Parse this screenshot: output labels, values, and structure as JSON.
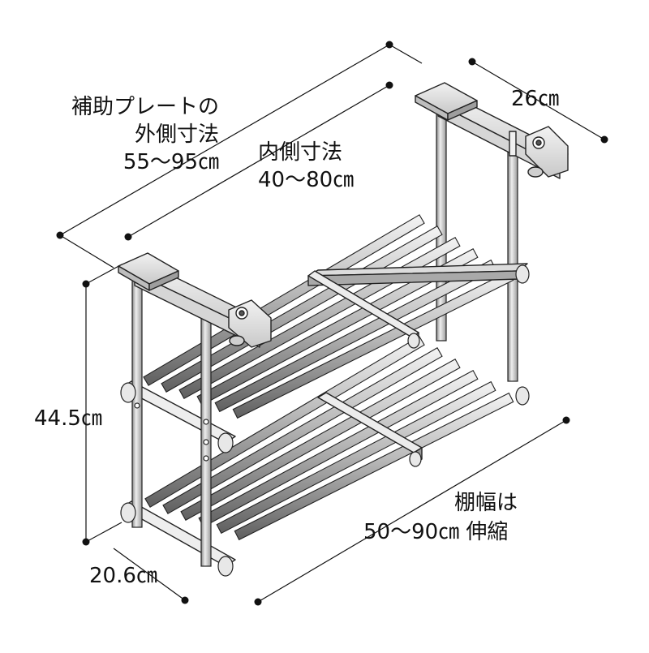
{
  "labels": {
    "outer_plate_title_1": "補助プレートの",
    "outer_plate_title_2": "外側寸法",
    "outer_plate_value": "55〜95㎝",
    "inner_title": "内側寸法",
    "inner_value": "40〜80㎝",
    "depth_top": "26㎝",
    "height": "44.5㎝",
    "depth_bottom": "20.6㎝",
    "shelf_width_title": "棚幅は",
    "shelf_width_value": "50〜90㎝ 伸縮"
  },
  "colors": {
    "line": "#111111",
    "metal_light": "#e6e6e6",
    "metal_mid": "#b5b5b5",
    "metal_dark": "#6f6f6f",
    "plate": "#dcdcdc"
  }
}
